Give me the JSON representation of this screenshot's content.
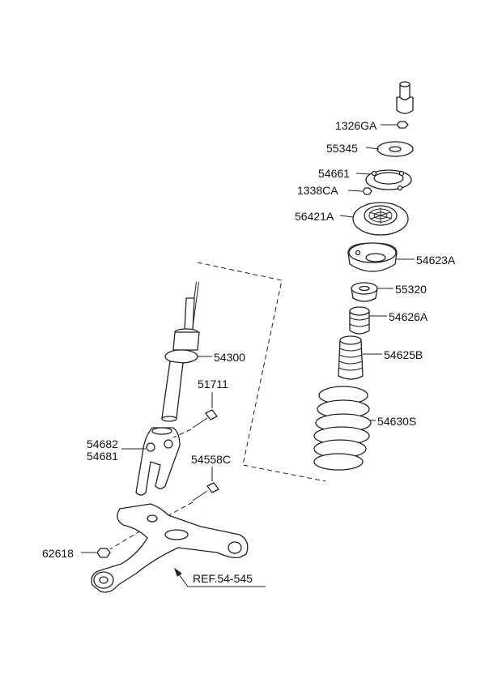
{
  "labels": {
    "p1326GA": "1326GA",
    "p55345": "55345",
    "p54661": "54661",
    "p1338CA": "1338CA",
    "p56421A": "56421A",
    "p54623A": "54623A",
    "p55320": "55320",
    "p54626A": "54626A",
    "p54625B": "54625B",
    "p54630S": "54630S",
    "p54300": "54300",
    "p51711": "51711",
    "p54682": "54682",
    "p54681": "54681",
    "p54558C": "54558C",
    "p62618": "62618",
    "ref": "REF.54-545"
  }
}
